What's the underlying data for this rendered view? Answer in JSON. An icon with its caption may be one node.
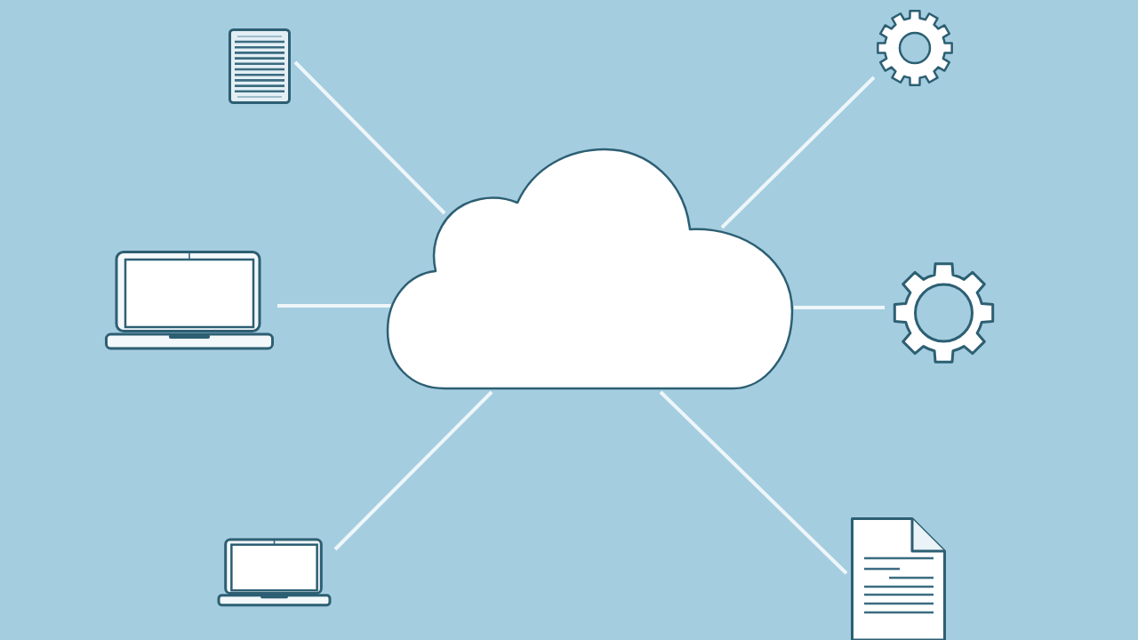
{
  "diagram": {
    "nodes": [
      {
        "text": [],
        "shape": "cloud"
      },
      {
        "text": [],
        "shape": "document"
      },
      {
        "text": [],
        "shape": "gear"
      },
      {
        "text": [],
        "shape": "laptop"
      },
      {
        "text": [],
        "shape": "gear"
      },
      {
        "text": [],
        "shape": "laptop"
      },
      {
        "text": [],
        "shape": "document"
      }
    ],
    "edges": [
      {
        "from": 0,
        "to": 1,
        "arrow": "none"
      },
      {
        "from": 0,
        "to": 2,
        "arrow": "none"
      },
      {
        "from": 0,
        "to": 3,
        "arrow": "none"
      },
      {
        "from": 0,
        "to": 4,
        "arrow": "none"
      },
      {
        "from": 0,
        "to": 5,
        "arrow": "none"
      },
      {
        "from": 0,
        "to": 6,
        "arrow": "none"
      }
    ]
  }
}
